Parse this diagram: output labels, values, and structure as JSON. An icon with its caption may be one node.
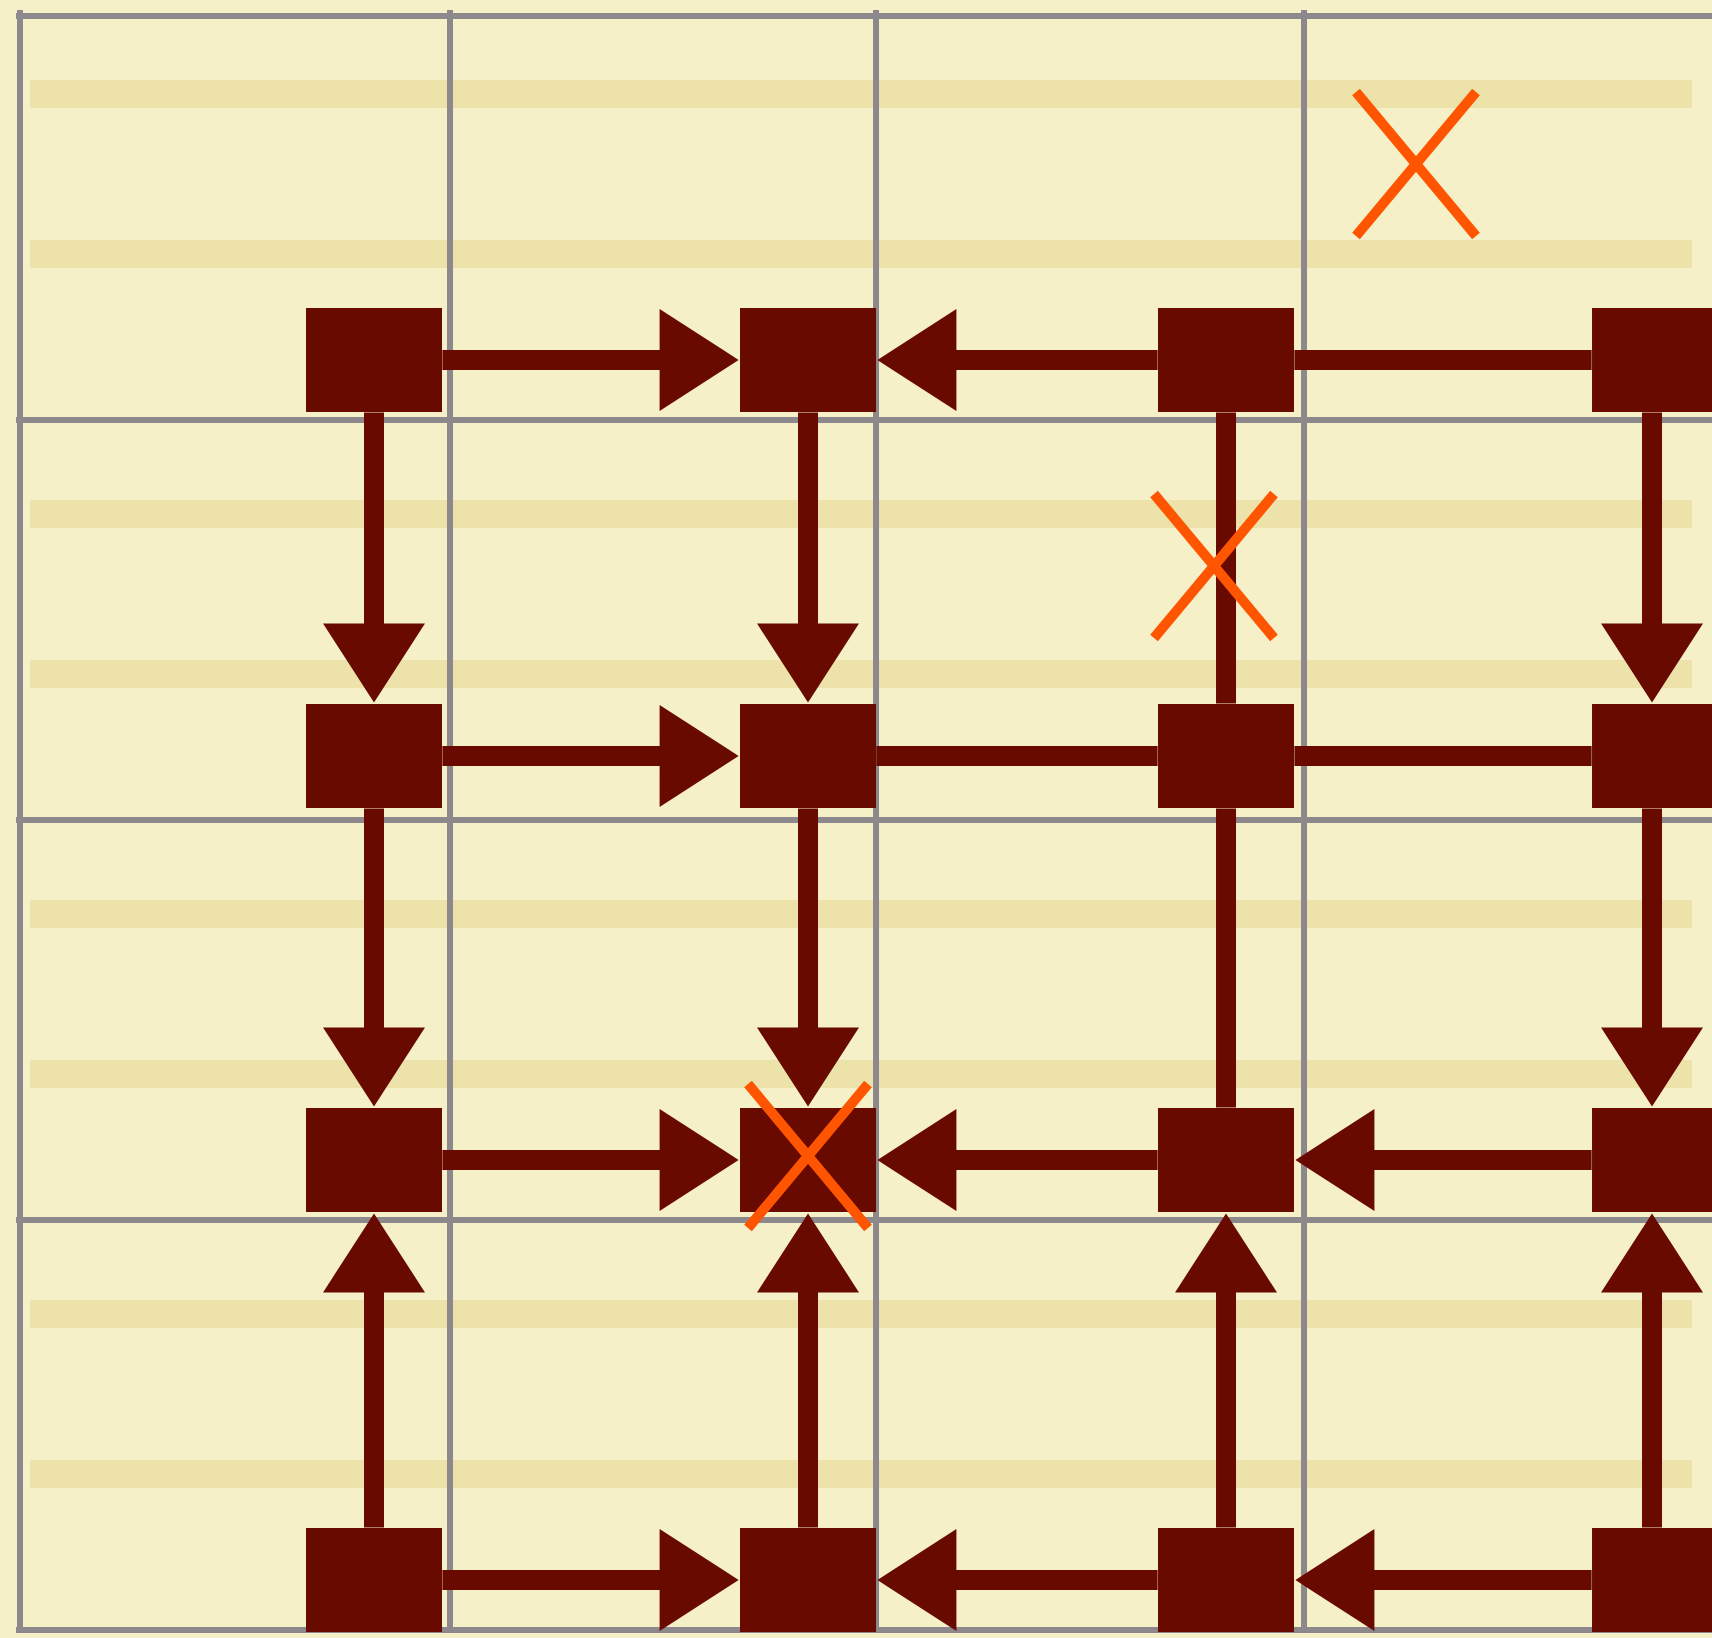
{
  "diagram": {
    "nodes": [
      {
        "text": [],
        "shape": "box"
      },
      {
        "text": [],
        "shape": "box"
      },
      {
        "text": [],
        "shape": "box"
      },
      {
        "text": [],
        "shape": "box"
      },
      {
        "text": [],
        "shape": "box"
      },
      {
        "text": [],
        "shape": "box"
      },
      {
        "text": [],
        "shape": "box"
      },
      {
        "text": [],
        "shape": "box"
      },
      {
        "text": [],
        "shape": "box"
      },
      {
        "text": [],
        "shape": "box"
      },
      {
        "text": [],
        "shape": "box"
      },
      {
        "text": [],
        "shape": "box"
      },
      {
        "text": [],
        "shape": "box"
      },
      {
        "text": [],
        "shape": "box"
      },
      {
        "text": [],
        "shape": "box"
      },
      {
        "text": [],
        "shape": "box"
      }
    ],
    "edges": [
      {
        "from": 0,
        "to": 1,
        "arrow": "to"
      },
      {
        "from": 2,
        "to": 1,
        "arrow": "to"
      },
      {
        "from": 2,
        "to": 3,
        "arrow": "none"
      },
      {
        "from": 0,
        "to": 4,
        "arrow": "to"
      },
      {
        "from": 1,
        "to": 5,
        "arrow": "to"
      },
      {
        "from": 2,
        "to": 6,
        "arrow": "none"
      },
      {
        "from": 3,
        "to": 7,
        "arrow": "to"
      },
      {
        "from": 4,
        "to": 5,
        "arrow": "to"
      },
      {
        "from": 5,
        "to": 6,
        "arrow": "none"
      },
      {
        "from": 6,
        "to": 7,
        "arrow": "none"
      },
      {
        "from": 4,
        "to": 8,
        "arrow": "to"
      },
      {
        "from": 5,
        "to": 9,
        "arrow": "to"
      },
      {
        "from": 6,
        "to": 10,
        "arrow": "none"
      },
      {
        "from": 7,
        "to": 11,
        "arrow": "to"
      },
      {
        "from": 8,
        "to": 9,
        "arrow": "to"
      },
      {
        "from": 10,
        "to": 9,
        "arrow": "to"
      },
      {
        "from": 11,
        "to": 10,
        "arrow": "to"
      },
      {
        "from": 12,
        "to": 8,
        "arrow": "to"
      },
      {
        "from": 13,
        "to": 9,
        "arrow": "to"
      },
      {
        "from": 14,
        "to": 10,
        "arrow": "to"
      },
      {
        "from": 15,
        "to": 11,
        "arrow": "to"
      },
      {
        "from": 12,
        "to": 13,
        "arrow": "to"
      },
      {
        "from": 14,
        "to": 13,
        "arrow": "to"
      },
      {
        "from": 15,
        "to": 14,
        "arrow": "to"
      }
    ]
  }
}
